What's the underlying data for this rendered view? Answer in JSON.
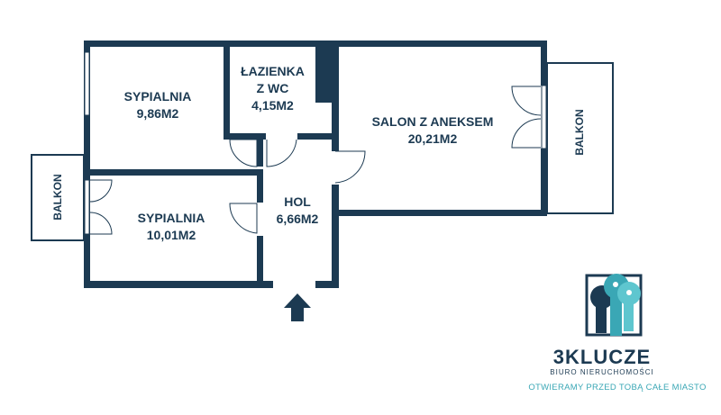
{
  "rooms": {
    "bedroom1": {
      "name": "SYPIALNIA",
      "area": "9,86M2"
    },
    "bathroom": {
      "name1": "ŁAZIENKA",
      "name2": "Z WC",
      "area": "4,15M2"
    },
    "living": {
      "name": "SALON Z ANEKSEM",
      "area": "20,21M2"
    },
    "hall": {
      "name": "HOL",
      "area": "6,66M2"
    },
    "bedroom2": {
      "name": "SYPIALNIA",
      "area": "10,01M2"
    },
    "balcony_left": {
      "name": "BALKON"
    },
    "balcony_right": {
      "name": "BALKON"
    }
  },
  "logo": {
    "name": "3KLUCZE",
    "subtitle": "BIURO NIERUCHOMOŚCI",
    "tagline": "OTWIERAMY PRZED TOBĄ CAŁE MIASTO"
  },
  "colors": {
    "wall": "#1c3a52",
    "accent": "#3aa7b5"
  }
}
